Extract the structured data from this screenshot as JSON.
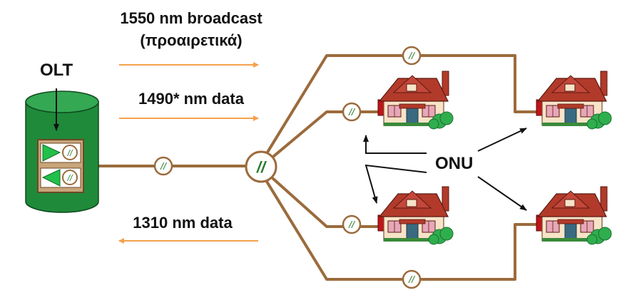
{
  "labels": {
    "broadcast_line1": "1550 nm broadcast",
    "broadcast_line2": "(προαιρετικά)",
    "downstream_data": "1490* nm data",
    "upstream_data": "1310 nm data",
    "olt": "OLT",
    "onu": "ONU",
    "splitter_symbol": "//",
    "connector_symbol": "//"
  },
  "colors": {
    "fiber": "#9b6b3c",
    "wavelength_arrow": "#f5a04b",
    "olt_body": "#1f8a3a",
    "olt_top": "#34a853",
    "olt_box": "#c8a57a",
    "triangle": "#22c04a",
    "text": "#111111",
    "house_wall": "#f7e3c8",
    "house_roof": "#b23a2a",
    "bush": "#2fae4e"
  },
  "icons": {
    "house": "house-icon",
    "connector": "fiber-connector-icon",
    "splitter": "optical-splitter-icon",
    "olt": "olt-cylinder-icon"
  }
}
